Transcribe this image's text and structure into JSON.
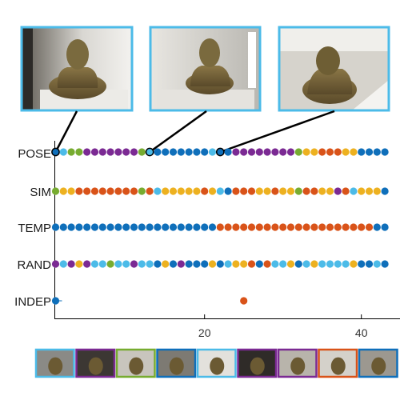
{
  "colors": {
    "blue": "#0f6fba",
    "lightblue": "#4cbbe8",
    "purple": "#7b2a93",
    "green": "#77ac30",
    "yellow": "#edb120",
    "orange": "#d95319",
    "frame_blue": "#4cbbe8",
    "axis": "#000000",
    "connector": "#000000"
  },
  "chart_data": {
    "type": "scatter",
    "description_free": true,
    "rows": [
      "POSE",
      "SIM",
      "TEMP",
      "RAND",
      "INDEP"
    ],
    "x_ticks": [
      20,
      40
    ],
    "xlim": [
      0.3,
      43.7
    ],
    "series": [
      {
        "name": "POSE",
        "x_start": 1,
        "colors": [
          "blue",
          "lightblue",
          "green",
          "green",
          "purple",
          "purple",
          "purple",
          "purple",
          "purple",
          "purple",
          "purple",
          "green",
          "lightblue",
          "blue",
          "blue",
          "blue",
          "blue",
          "blue",
          "blue",
          "blue",
          "lightblue",
          "blue",
          "blue",
          "purple",
          "purple",
          "purple",
          "purple",
          "purple",
          "purple",
          "purple",
          "purple",
          "green",
          "yellow",
          "yellow",
          "orange",
          "orange",
          "orange",
          "yellow",
          "yellow",
          "blue",
          "blue",
          "blue",
          "blue"
        ],
        "highlighted_x": [
          1,
          13,
          22
        ]
      },
      {
        "name": "SIM",
        "x_start": 1,
        "colors": [
          "green",
          "yellow",
          "yellow",
          "orange",
          "orange",
          "orange",
          "orange",
          "orange",
          "orange",
          "orange",
          "orange",
          "green",
          "orange",
          "lightblue",
          "yellow",
          "yellow",
          "yellow",
          "yellow",
          "yellow",
          "orange",
          "yellow",
          "lightblue",
          "blue",
          "orange",
          "orange",
          "orange",
          "yellow",
          "yellow",
          "orange",
          "yellow",
          "yellow",
          "green",
          "orange",
          "orange",
          "yellow",
          "yellow",
          "purple",
          "orange",
          "lightblue",
          "yellow",
          "yellow",
          "yellow",
          "blue"
        ]
      },
      {
        "name": "TEMP",
        "x_start": 1,
        "colors": [
          "blue",
          "blue",
          "blue",
          "blue",
          "blue",
          "blue",
          "blue",
          "blue",
          "blue",
          "blue",
          "blue",
          "blue",
          "blue",
          "blue",
          "blue",
          "blue",
          "blue",
          "blue",
          "blue",
          "blue",
          "blue",
          "orange",
          "orange",
          "orange",
          "orange",
          "orange",
          "orange",
          "orange",
          "orange",
          "orange",
          "orange",
          "orange",
          "orange",
          "orange",
          "orange",
          "orange",
          "orange",
          "orange",
          "orange",
          "orange",
          "orange",
          "blue",
          "blue"
        ]
      },
      {
        "name": "RAND",
        "x_start": 1,
        "colors": [
          "purple",
          "lightblue",
          "purple",
          "yellow",
          "purple",
          "lightblue",
          "lightblue",
          "green",
          "lightblue",
          "lightblue",
          "purple",
          "lightblue",
          "lightblue",
          "blue",
          "yellow",
          "blue",
          "purple",
          "blue",
          "blue",
          "blue",
          "yellow",
          "blue",
          "lightblue",
          "yellow",
          "yellow",
          "orange",
          "blue",
          "orange",
          "lightblue",
          "lightblue",
          "yellow",
          "blue",
          "lightblue",
          "yellow",
          "lightblue",
          "lightblue",
          "lightblue",
          "lightblue",
          "yellow",
          "blue",
          "blue",
          "lightblue",
          "blue"
        ]
      },
      {
        "name": "INDEP",
        "points": [
          {
            "x": 1,
            "color": "blue"
          },
          {
            "x": 25,
            "color": "orange"
          }
        ]
      }
    ]
  },
  "top_thumbnails": [
    {
      "name": "pose-thumb-1",
      "link_x": 1
    },
    {
      "name": "pose-thumb-2",
      "link_x": 13
    },
    {
      "name": "pose-thumb-3",
      "link_x": 22
    }
  ],
  "bottom_strip": [
    "lightblue",
    "purple",
    "green",
    "blue",
    "lightblue",
    "purple",
    "purple",
    "orange",
    "blue"
  ]
}
